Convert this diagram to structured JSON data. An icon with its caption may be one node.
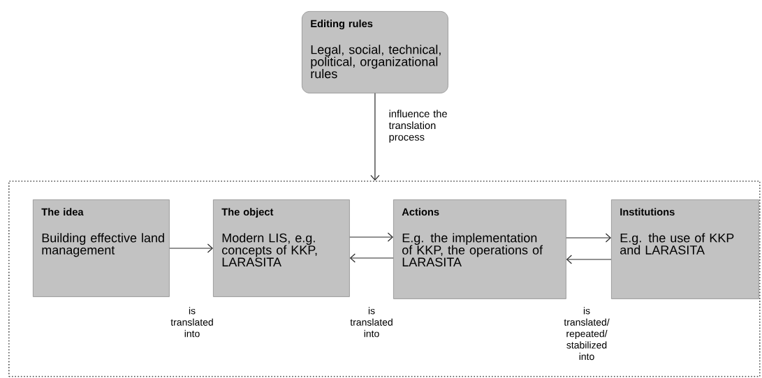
{
  "diagram": {
    "nodes": [
      {
        "text": [
          "Editing rules",
          "Legal, social, technical, political, organizational rules"
        ]
      },
      {
        "text": [],
        "shape": "box"
      },
      {
        "text": [
          "The idea",
          "Building effective land management"
        ],
        "in": 1
      },
      {
        "text": [
          "The object",
          "Modern LIS, e.g. concepts of KKP, LARASITA"
        ],
        "in": 1
      },
      {
        "text": [
          "Actions",
          "E.g. the implementation of KKP, the operations of LARASITA"
        ],
        "in": 1
      },
      {
        "text": [
          "Institutions",
          "E.g. the use of KKP and LARASITA"
        ],
        "in": 1
      }
    ],
    "edges": [
      {
        "from": 0,
        "to": 1,
        "arrow": "to",
        "label": "influence the translation process"
      },
      {
        "from": 2,
        "to": 3,
        "arrow": "to"
      },
      {
        "from": 3,
        "to": 4,
        "arrow": "to"
      },
      {
        "from": 4,
        "to": 3,
        "arrow": "to"
      },
      {
        "from": 4,
        "to": 5,
        "arrow": "to"
      },
      {
        "from": 5,
        "to": 4,
        "arrow": "to"
      }
    ],
    "labels": [
      "is translated into",
      "is translated into",
      "is translated/ repeated/ stabilized into"
    ]
  }
}
